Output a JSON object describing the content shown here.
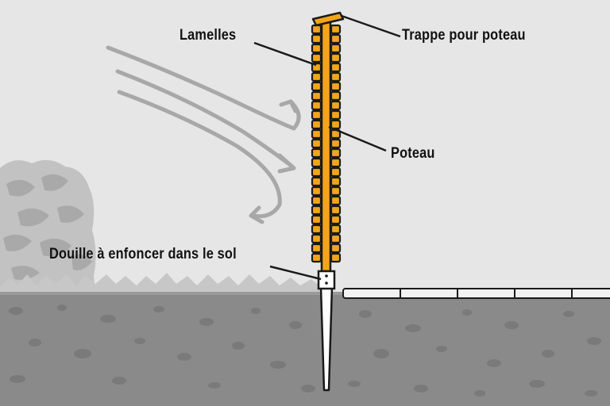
{
  "labels": {
    "lamelles": "Lamelles",
    "trappe": "Trappe pour poteau",
    "poteau": "Poteau",
    "douille": "Douille à enfoncer dans le sol"
  },
  "colors": {
    "sky": "#e6e6e6",
    "ground": "#8a8a8a",
    "ground_stone": "#777777",
    "hedge": "#bdbdbd",
    "post": "#f2a51c",
    "outline": "#1a1a1a",
    "wind": "#a8a8a8",
    "edging": "#f2f2f2"
  },
  "icons": {
    "wind": "wind-arrow-icon"
  }
}
